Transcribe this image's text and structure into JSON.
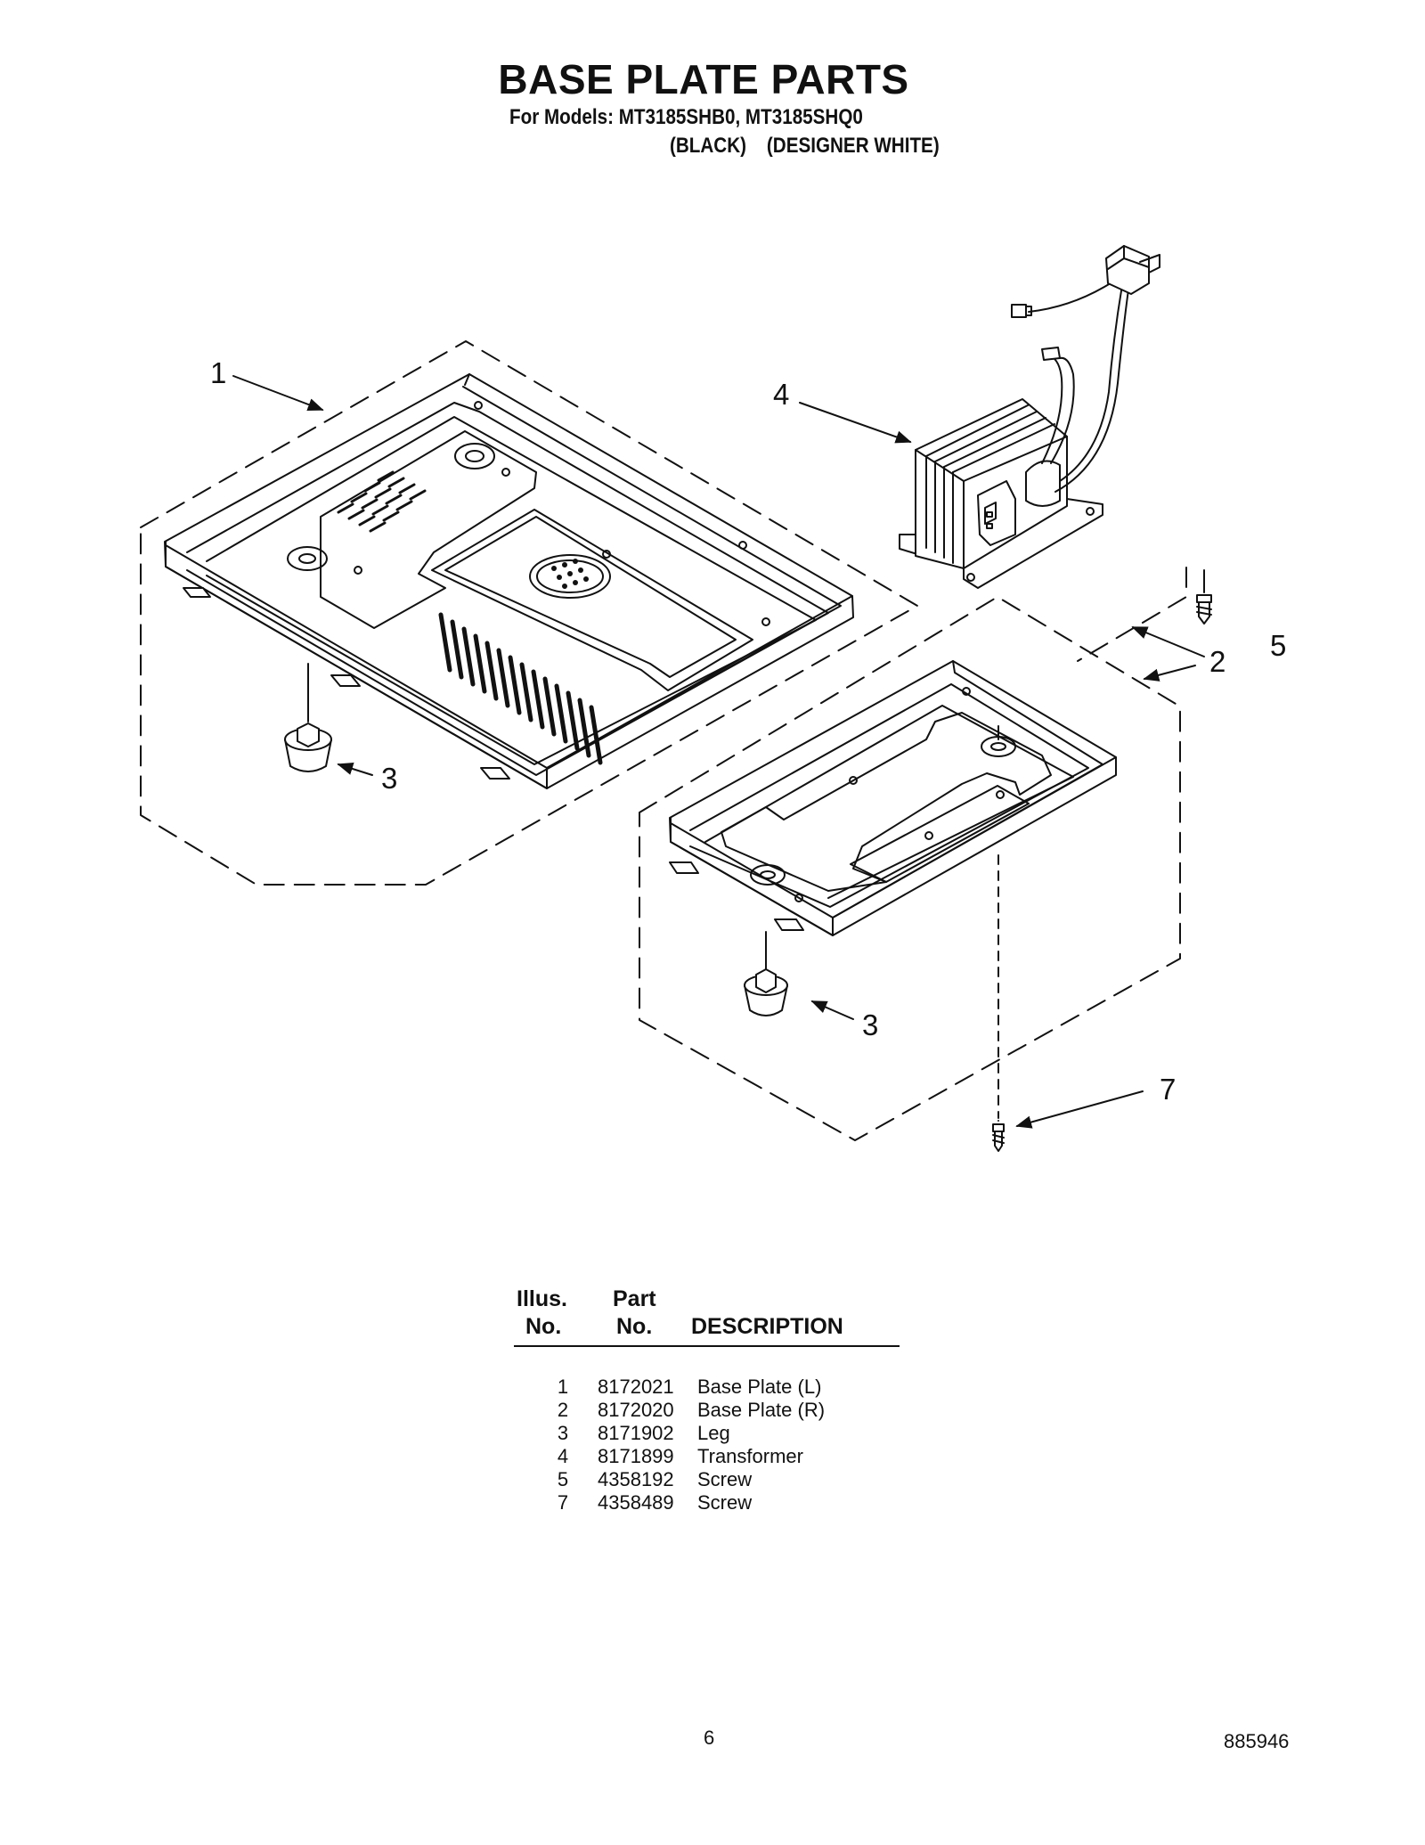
{
  "header": {
    "title": "BASE PLATE PARTS",
    "models_line": "For Models: MT3185SHB0, MT3185SHQ0",
    "colors_line": "(BLACK)    (DESIGNER WHITE)"
  },
  "callouts": {
    "c1": "1",
    "c2": "2",
    "c3a": "3",
    "c3b": "3",
    "c4": "4",
    "c5": "5",
    "c7": "7"
  },
  "parts_table": {
    "header_illus_1": "Illus.",
    "header_illus_2": "No.",
    "header_part_1": "Part",
    "header_part_2": "No.",
    "header_desc": "DESCRIPTION",
    "rows": [
      {
        "illus": "1",
        "part": "8172021",
        "description": "Base Plate (L)"
      },
      {
        "illus": "2",
        "part": "8172020",
        "description": "Base Plate (R)"
      },
      {
        "illus": "3",
        "part": "8171902",
        "description": "Leg"
      },
      {
        "illus": "4",
        "part": "8171899",
        "description": "Transformer"
      },
      {
        "illus": "5",
        "part": "4358192",
        "description": "Screw"
      },
      {
        "illus": "7",
        "part": "4358489",
        "description": "Screw"
      }
    ]
  },
  "footer": {
    "page_number": "6",
    "document_number": "885946"
  }
}
